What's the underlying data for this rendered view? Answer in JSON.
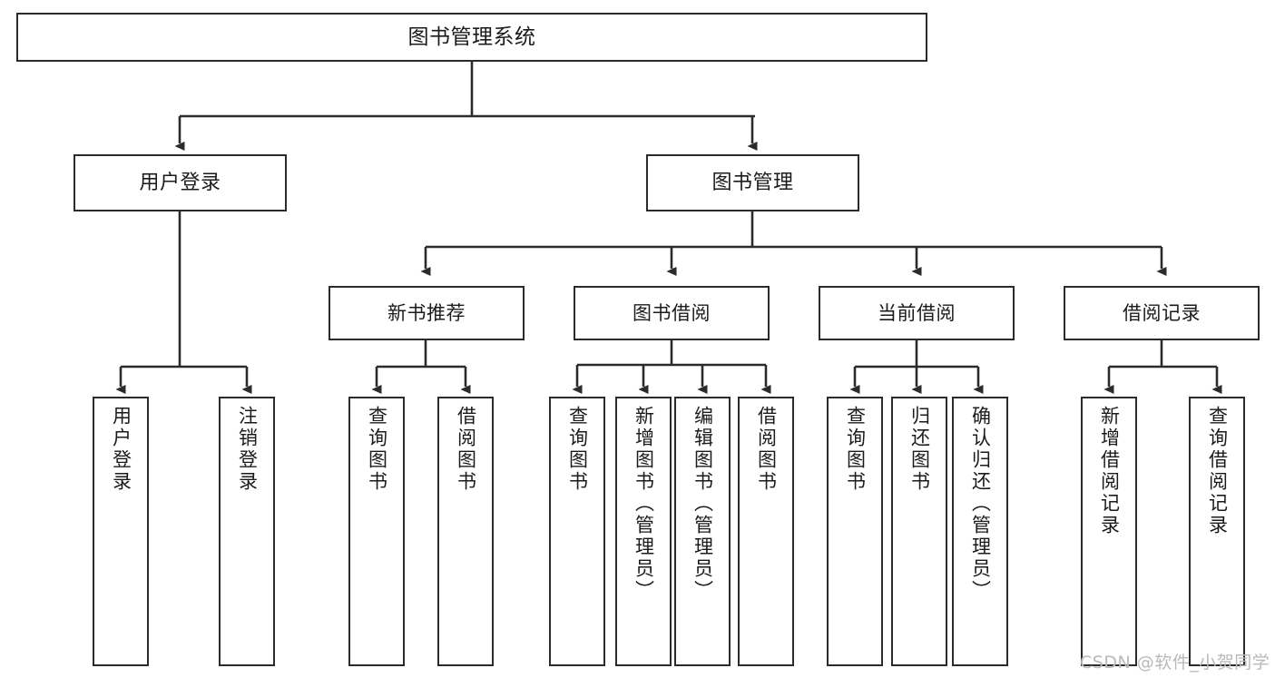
{
  "diagram": {
    "title": "图书管理系统",
    "type": "tree-hierarchy",
    "watermark": "CSDN @软件_小贺同学",
    "colors": {
      "border": "#2b2b2b",
      "background": "#ffffff",
      "text": "#1b1b1b",
      "watermark": "#b9b9b9"
    },
    "root": {
      "label": "图书管理系统"
    },
    "level2": [
      {
        "label": "用户登录"
      },
      {
        "label": "图书管理"
      }
    ],
    "level3": [
      {
        "label": "新书推荐"
      },
      {
        "label": "图书借阅"
      },
      {
        "label": "当前借阅"
      },
      {
        "label": "借阅记录"
      }
    ],
    "leaves": {
      "user_login": [
        {
          "label": "用户登录"
        },
        {
          "label": "注销登录"
        }
      ],
      "new_book_recommend": [
        {
          "label": "查询图书"
        },
        {
          "label": "借阅图书"
        }
      ],
      "book_borrow": [
        {
          "label": "查询图书"
        },
        {
          "label": "新增图书（管理员）"
        },
        {
          "label": "编辑图书（管理员）"
        },
        {
          "label": "借阅图书"
        }
      ],
      "current_borrow": [
        {
          "label": "查询图书"
        },
        {
          "label": "归还图书"
        },
        {
          "label": "确认归还（管理员）"
        }
      ],
      "borrow_record": [
        {
          "label": "新增借阅记录"
        },
        {
          "label": "查询借阅记录"
        }
      ]
    }
  }
}
